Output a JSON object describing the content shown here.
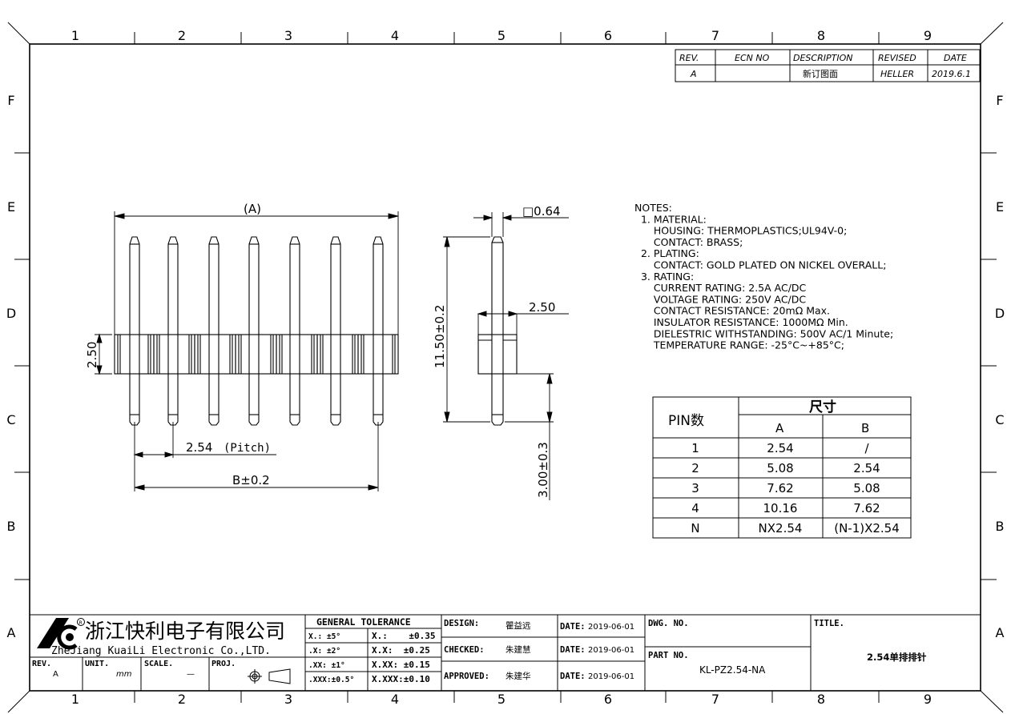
{
  "grid": {
    "cols": [
      "1",
      "2",
      "3",
      "4",
      "5",
      "6",
      "7",
      "8",
      "9"
    ],
    "rows": [
      "F",
      "E",
      "D",
      "C",
      "B",
      "A"
    ]
  },
  "revision": {
    "headers": [
      "REV.",
      "ECN NO",
      "DESCRIPTION",
      "REVISED",
      "DATE"
    ],
    "row": [
      "A",
      "",
      "新订图面",
      "HELLER",
      "2019.6.1"
    ]
  },
  "dims": {
    "a": "(A)",
    "b": "B±0.2",
    "pitch_num": "2.54",
    "pitch_word": "(Pitch)",
    "h_left": "2.50",
    "square": "□0.64",
    "h_total": "11.50±0.2",
    "h_body": "2.50",
    "tail": "3.00±0.3"
  },
  "notes": [
    "NOTES:",
    "  1. MATERIAL:",
    "      HOUSING: THERMOPLASTICS;UL94V-0;",
    "      CONTACT: BRASS;",
    "  2. PLATING:",
    "      CONTACT: GOLD PLATED ON NICKEL OVERALL;",
    "  3. RATING:",
    "      CURRENT RATING: 2.5A AC/DC",
    "      VOLTAGE RATING: 250V AC/DC",
    "      CONTACT RESISTANCE: 20mΩ Max.",
    "      INSULATOR RESISTANCE: 1000MΩ Min.",
    "      DIELESTRIC WITHSTANDING: 500V AC/1 Minute;",
    "      TEMPERATURE RANGE: -25°C~+85°C;"
  ],
  "dim_table": {
    "pin_header": "PIN数",
    "size_header": "尺寸",
    "col_a": "A",
    "col_b": "B",
    "rows": [
      [
        "1",
        "2.54",
        "/"
      ],
      [
        "2",
        "5.08",
        "2.54"
      ],
      [
        "3",
        "7.62",
        "5.08"
      ],
      [
        "4",
        "10.16",
        "7.62"
      ],
      [
        "N",
        "NX2.54",
        "(N-1)X2.54"
      ]
    ]
  },
  "title_block": {
    "company_cn": "浙江快利电子有限公司",
    "company_en": "ZheJiang KuaiLi Electronic Co.,LTD.",
    "rev_label": "REV.",
    "rev_val": "A",
    "unit_label": "UNIT.",
    "unit_val": "mm",
    "scale_label": "SCALE.",
    "scale_val": "—",
    "proj_label": "PROJ.",
    "tol_header": "GENERAL  TOLERANCE",
    "tol_rows": [
      [
        "X.: ±5°",
        "X.:    ±0.35"
      ],
      [
        ".X: ±2°",
        "X.X:  ±0.25"
      ],
      [
        ".XX: ±1°",
        "X.XX: ±0.15"
      ],
      [
        ".XXX:±0.5°",
        "X.XXX:±0.10"
      ]
    ],
    "design_label": "DESIGN:",
    "design_val": "瞿益远",
    "checked_label": "CHECKED:",
    "checked_val": "朱建慧",
    "approved_label": "APPROVED:",
    "approved_val": "朱建华",
    "date_label": "DATE:",
    "date_val": "2019-06-01",
    "dwg_label": "DWG. NO.",
    "part_label": "PART NO.",
    "part_val": "KL-PZ2.54-NA",
    "title_label": "TITLE.",
    "title_val": "2.54单排排针"
  }
}
